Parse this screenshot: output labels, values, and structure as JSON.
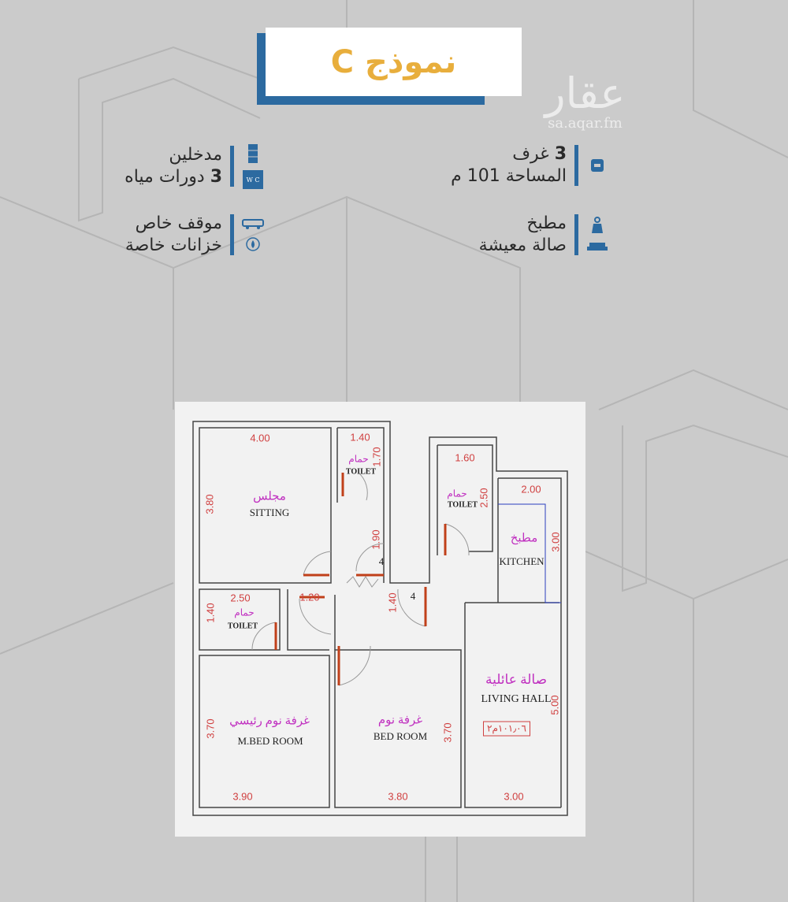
{
  "title": "نموذج C",
  "logo": {
    "arabic": "عقار",
    "url": "sa.aqar.fm"
  },
  "colors": {
    "accent": "#2c6aa0",
    "title": "#e8ae3c",
    "background": "#cbcbcb",
    "dimension": "#d04040",
    "arabic_label": "#c030c0"
  },
  "features_right": {
    "group1": {
      "line1_num": "3",
      "line1": "غرف",
      "line2": "المساحة 101 م",
      "icons": [
        "bed-icon"
      ]
    },
    "group2": {
      "line1": "مطبخ",
      "line2": "صالة معيشة",
      "icons": [
        "apron-icon",
        "sofa-icon"
      ]
    }
  },
  "features_left": {
    "group1": {
      "line1": "مدخلين",
      "line2_num": "3",
      "line2": "دورات مياه",
      "icons": [
        "door-icon",
        "wc-icon"
      ],
      "wc_label": "W C"
    },
    "group2": {
      "line1": "موقف خاص",
      "line2": "خزانات خاصة",
      "icons": [
        "car-icon",
        "water-tank-icon"
      ]
    }
  },
  "plan": {
    "sitting": {
      "ar": "مجلس",
      "en": "SITTING",
      "w": "4.00",
      "h": "3.80"
    },
    "toilet1": {
      "ar": "حمام",
      "en": "TOILET",
      "w": "1.40",
      "h": "1.70"
    },
    "corridor1": {
      "h": "1.90",
      "mark": "4"
    },
    "toilet2": {
      "ar": "حمام",
      "en": "TOILET",
      "w": "1.60",
      "h": "2.50"
    },
    "kitchen": {
      "ar": "مطبخ",
      "en": "KITCHEN",
      "w": "2.00",
      "h": "3.00"
    },
    "toilet3": {
      "ar": "حمام",
      "en": "TOILET",
      "w": "2.50",
      "h": "1.40"
    },
    "corridor2": {
      "w": "1.20",
      "h": "1.40",
      "mark": "4"
    },
    "living": {
      "ar": "صالة عائلية",
      "en": "LIVING HALL",
      "w": "3.00",
      "h": "5.00",
      "area": "١٠١٫٠٦م٢"
    },
    "master": {
      "ar": "غرفة نوم رئيسي",
      "en": "M.BED ROOM",
      "w": "3.90",
      "h": "3.70"
    },
    "bed": {
      "ar": "غرفة نوم",
      "en": "BED ROOM",
      "w": "3.80",
      "h": "3.70"
    }
  }
}
